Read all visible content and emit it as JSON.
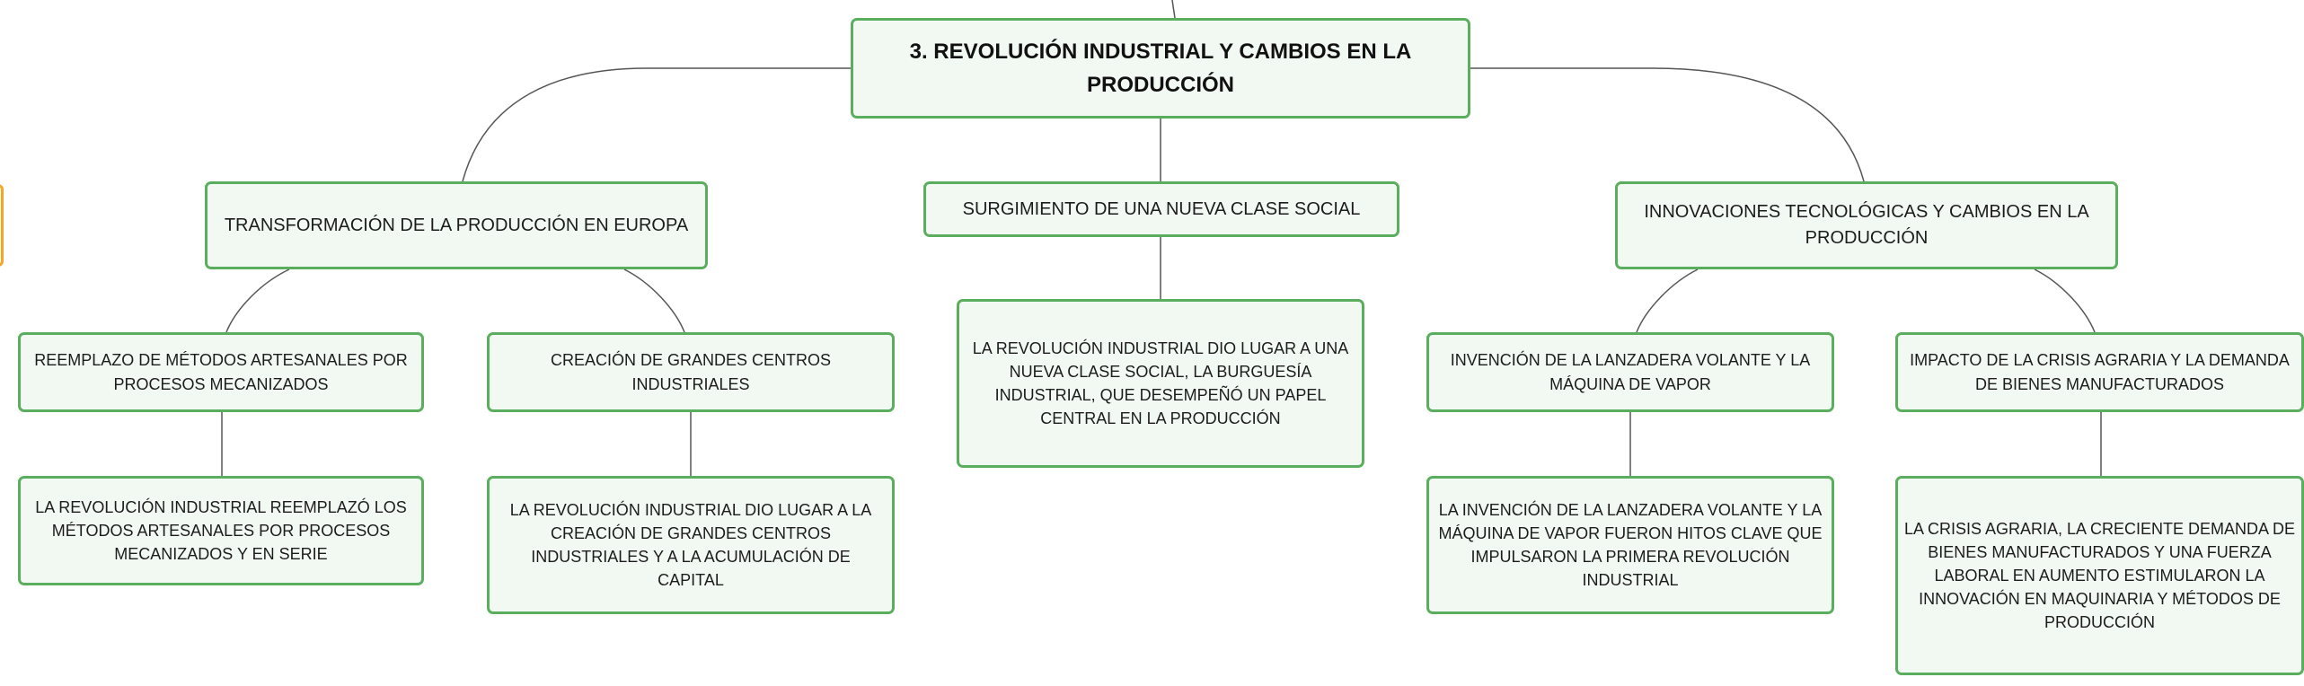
{
  "colors": {
    "node_fill": "#f2f9f3",
    "node_border": "#5cae5f",
    "edge": "#555555",
    "side_tab_border": "#f5a623"
  },
  "root": {
    "label": "3. REVOLUCIÓN INDUSTRIAL Y CAMBIOS EN LA PRODUCCIÓN"
  },
  "branches": [
    {
      "label": "TRANSFORMACIÓN DE LA PRODUCCIÓN EN EUROPA",
      "children": [
        {
          "label": "REEMPLAZO DE MÉTODOS ARTESANALES POR PROCESOS MECANIZADOS",
          "detail": "LA REVOLUCIÓN INDUSTRIAL REEMPLAZÓ LOS MÉTODOS ARTESANALES POR PROCESOS MECANIZADOS Y EN SERIE"
        },
        {
          "label": "CREACIÓN DE GRANDES CENTROS INDUSTRIALES",
          "detail": "LA REVOLUCIÓN INDUSTRIAL DIO LUGAR A LA CREACIÓN DE GRANDES CENTROS INDUSTRIALES Y A LA ACUMULACIÓN DE CAPITAL"
        }
      ]
    },
    {
      "label": "SURGIMIENTO DE UNA NUEVA CLASE SOCIAL",
      "detail": "LA REVOLUCIÓN INDUSTRIAL DIO LUGAR A UNA NUEVA CLASE SOCIAL, LA BURGUESÍA INDUSTRIAL, QUE DESEMPEÑÓ UN PAPEL CENTRAL EN LA PRODUCCIÓN"
    },
    {
      "label": "INNOVACIONES TECNOLÓGICAS Y CAMBIOS EN LA PRODUCCIÓN",
      "children": [
        {
          "label": "INVENCIÓN DE LA LANZADERA VOLANTE Y LA MÁQUINA DE VAPOR",
          "detail": "LA INVENCIÓN DE LA LANZADERA VOLANTE Y LA MÁQUINA DE VAPOR FUERON HITOS CLAVE QUE IMPULSARON LA PRIMERA REVOLUCIÓN INDUSTRIAL"
        },
        {
          "label": "IMPACTO DE LA CRISIS AGRARIA Y LA DEMANDA DE BIENES MANUFACTURADOS",
          "detail": "LA CRISIS AGRARIA, LA CRECIENTE DEMANDA DE BIENES MANUFACTURADOS Y UNA FUERZA LABORAL EN AUMENTO ESTIMULARON LA INNOVACIÓN EN MAQUINARIA Y MÉTODOS DE PRODUCCIÓN"
        }
      ]
    }
  ]
}
